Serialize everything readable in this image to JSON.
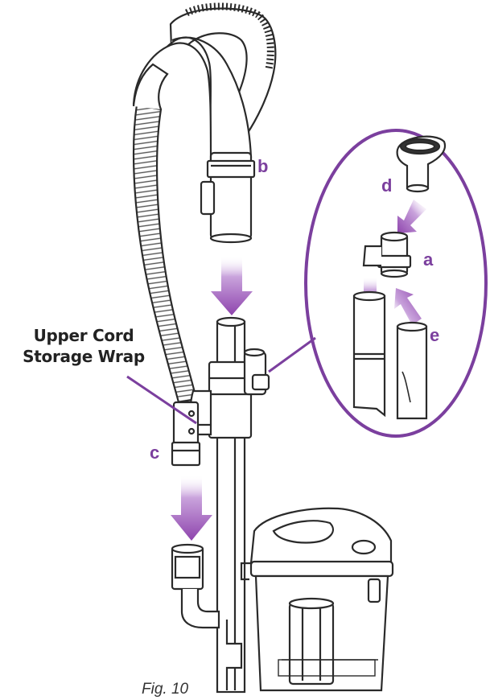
{
  "labels": {
    "upper_cord_line1": "Upper Cord",
    "upper_cord_line2": "Storage Wrap",
    "a": "a",
    "b": "b",
    "c": "c",
    "d": "d",
    "e": "e"
  },
  "caption": "Fig. 10",
  "colors": {
    "accent": "#7b3f9e",
    "arrow": "#9b59c0",
    "line": "#2a2a2a"
  }
}
